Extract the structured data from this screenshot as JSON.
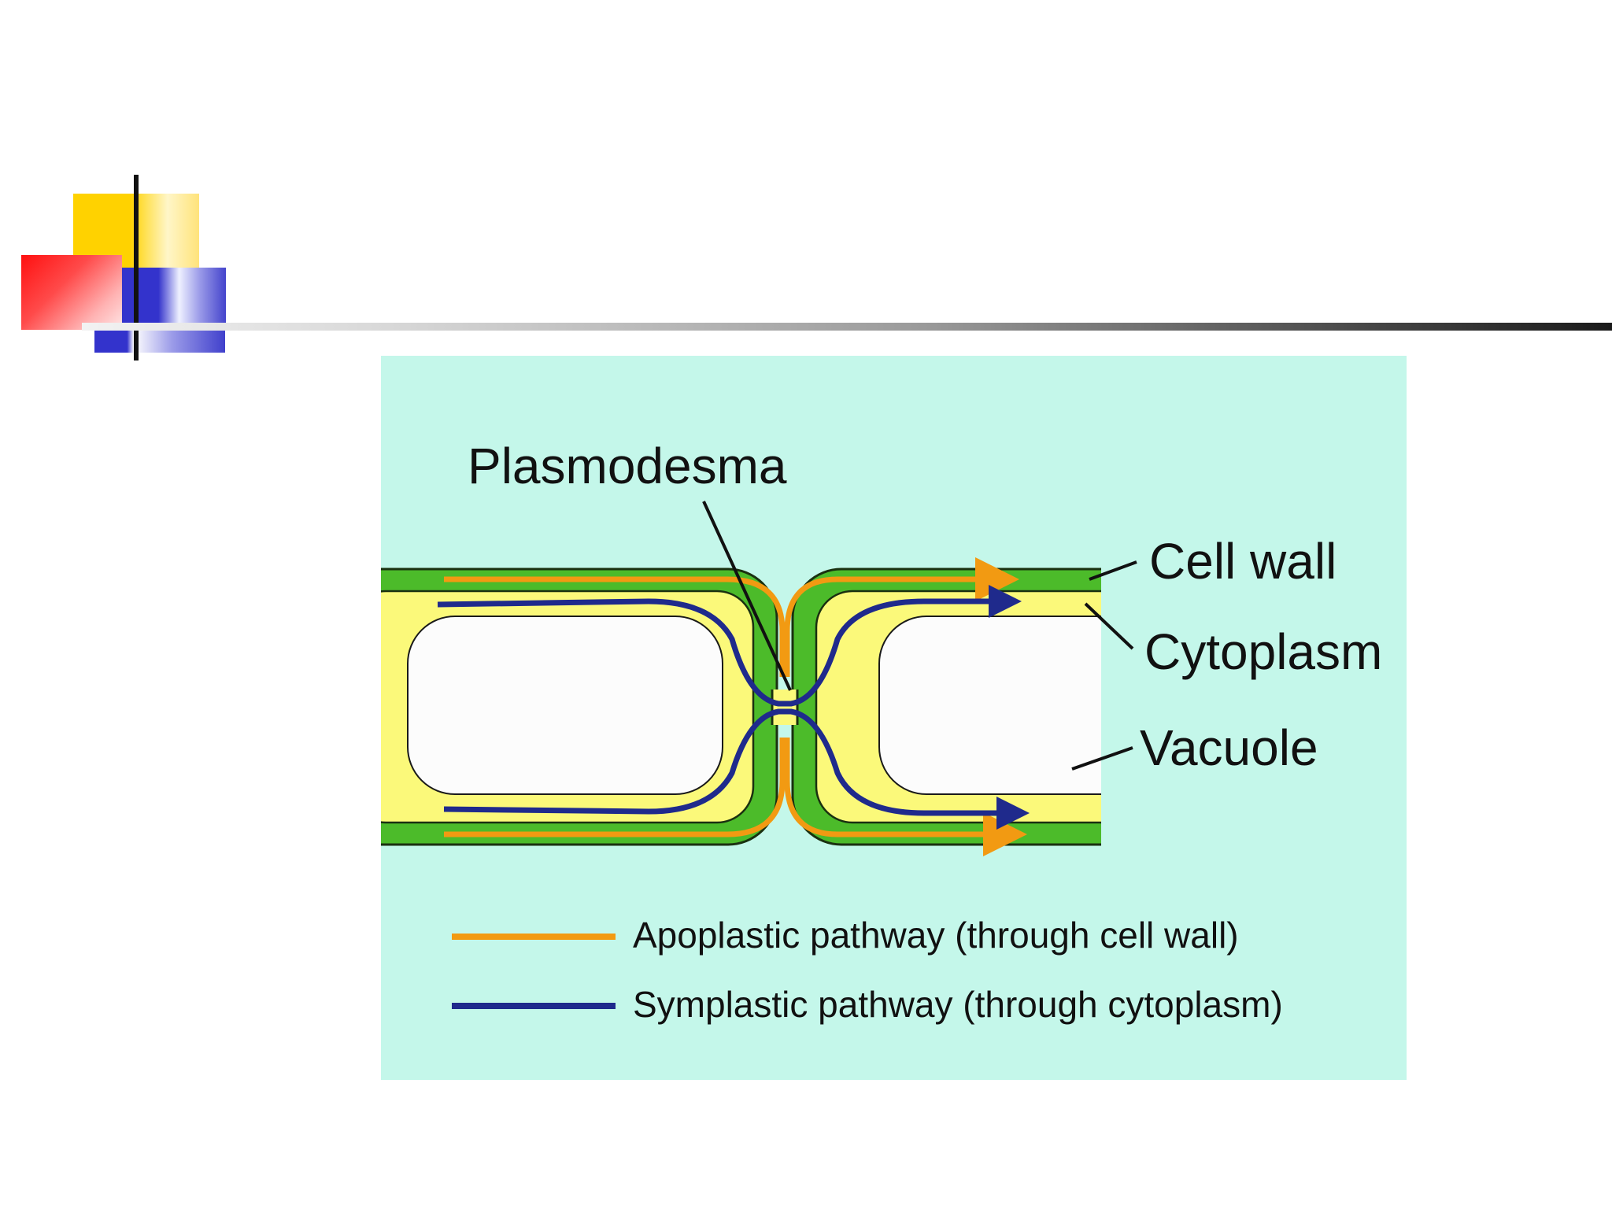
{
  "diagram": {
    "title_label": "Plasmodesma",
    "labels": {
      "cell_wall": "Cell wall",
      "cytoplasm": "Cytoplasm",
      "vacuole": "Vacuole"
    },
    "legend": [
      {
        "label": "Apoplastic pathway (through cell wall)",
        "color": "#f29a12"
      },
      {
        "label": "Symplastic pathway (through cytoplasm)",
        "color": "#1f2a8c"
      }
    ],
    "colors": {
      "background": "#c4f7ea",
      "cell_wall": "#4cbb2a",
      "cytoplasm": "#fbf97a",
      "vacuole": "#fcfcfc"
    }
  }
}
